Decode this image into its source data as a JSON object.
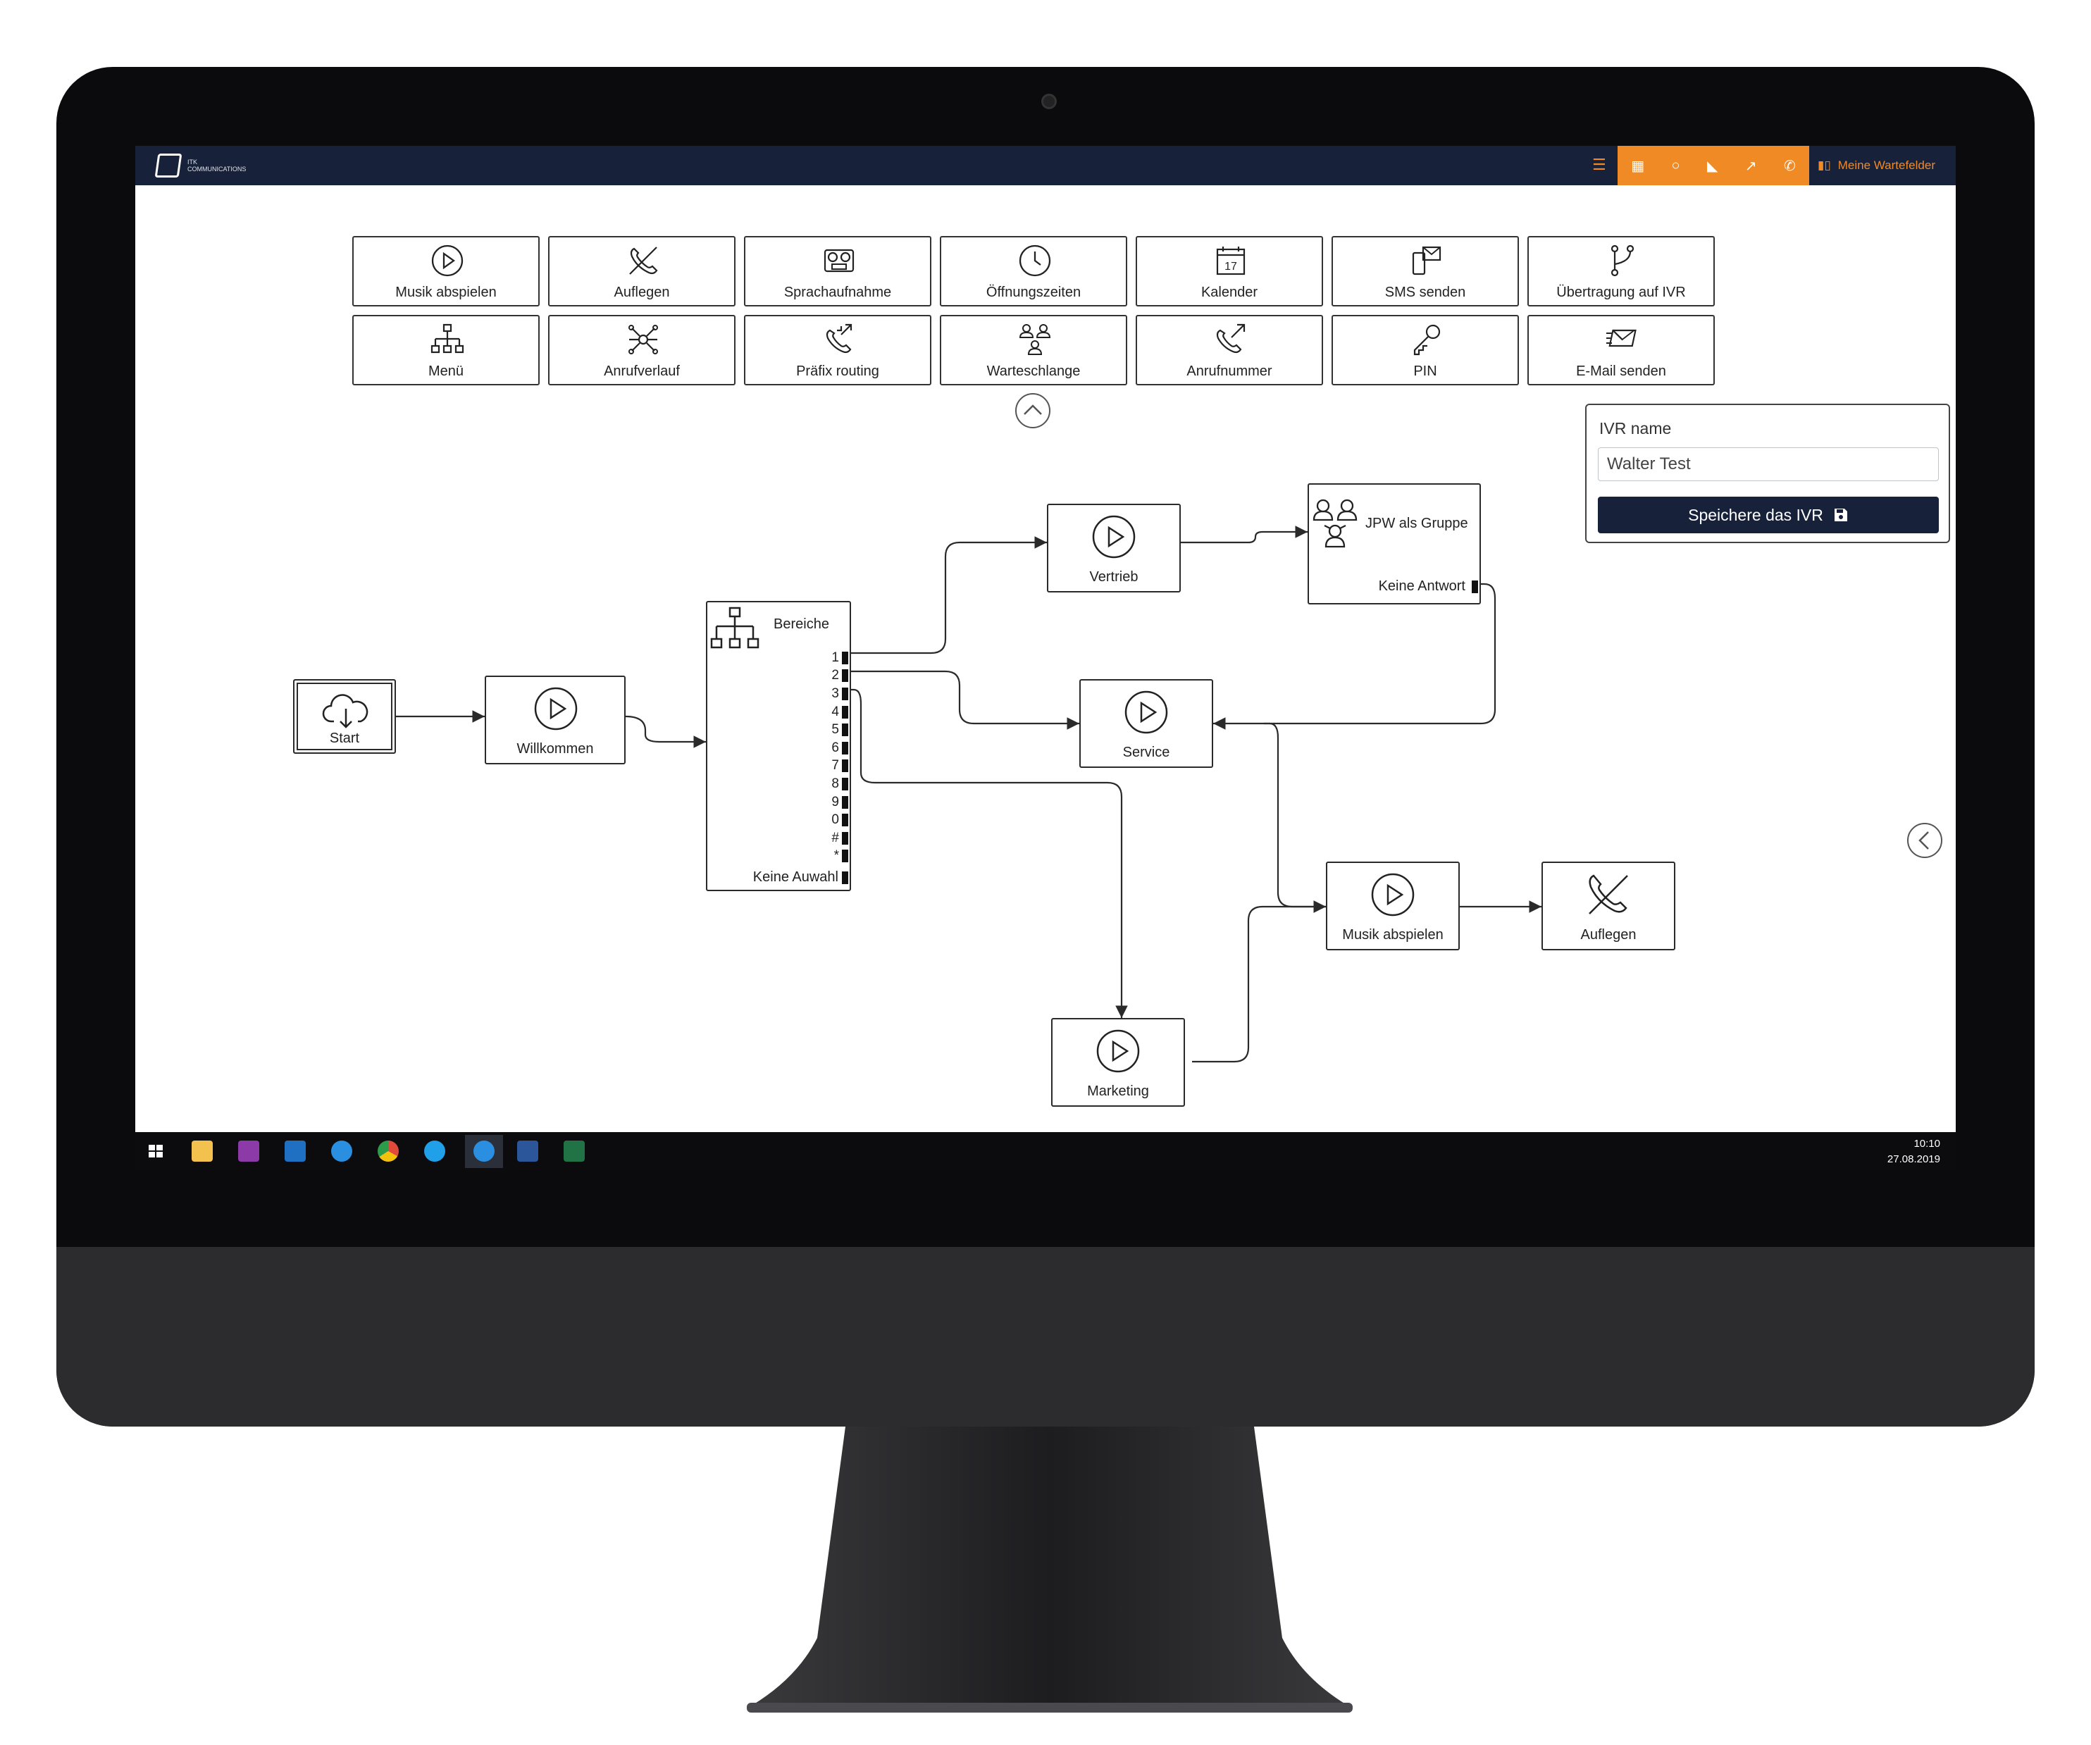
{
  "topbar": {
    "logo_line1": "ITK",
    "logo_line2": "COMMUNICATIONS",
    "dashboard_link": "Meine Wartefelder"
  },
  "palette": [
    {
      "label": "Musik abspielen",
      "icon": "play-icon"
    },
    {
      "label": "Auflegen",
      "icon": "hangup-icon"
    },
    {
      "label": "Sprachaufnahme",
      "icon": "tape-recorder-icon"
    },
    {
      "label": "Öffnungszeiten",
      "icon": "clock-icon"
    },
    {
      "label": "Kalender",
      "icon": "calendar-icon"
    },
    {
      "label": "SMS senden",
      "icon": "sms-icon"
    },
    {
      "label": "Übertragung auf IVR",
      "icon": "branch-icon"
    },
    {
      "label": "Menü",
      "icon": "hierarchy-icon"
    },
    {
      "label": "Anrufverlauf",
      "icon": "network-icon"
    },
    {
      "label": "Präfix routing",
      "icon": "phone-arrows-icon"
    },
    {
      "label": "Warteschlange",
      "icon": "queue-icon"
    },
    {
      "label": "Anrufnummer",
      "icon": "phone-outgoing-icon"
    },
    {
      "label": "PIN",
      "icon": "key-icon"
    },
    {
      "label": "E-Mail senden",
      "icon": "email-icon"
    }
  ],
  "calendar_day": "17",
  "ivr": {
    "label": "IVR name",
    "value": "Walter Test",
    "save_label": "Speichere das IVR"
  },
  "flow": {
    "start": "Start",
    "willkommen": "Willkommen",
    "bereiche": {
      "title": "Bereiche",
      "options": [
        "1",
        "2",
        "3",
        "4",
        "5",
        "6",
        "7",
        "8",
        "9",
        "0",
        "#",
        "*"
      ],
      "no_choice": "Keine Auwahl"
    },
    "vertrieb": "Vertrieb",
    "gruppe": "JPW als Gruppe",
    "no_answer": "Keine Antwort",
    "service": "Service",
    "musik": "Musik abspielen",
    "auflegen": "Auflegen",
    "marketing": "Marketing"
  },
  "taskbar": {
    "time": "10:10",
    "date": "27.08.2019"
  }
}
